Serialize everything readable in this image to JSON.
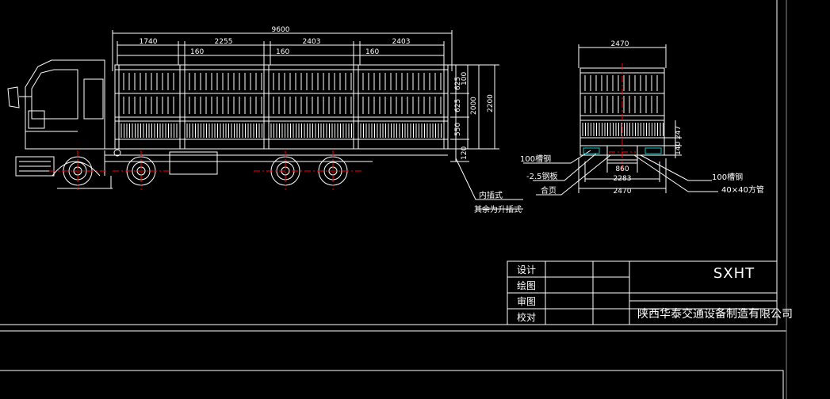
{
  "drawing": {
    "side_dims": {
      "overall": "9600",
      "seg1": "1740",
      "seg2": "2255",
      "seg3": "2403",
      "seg4": "2403",
      "gap1": "160",
      "gap2": "160",
      "gap3": "160",
      "h100": "100",
      "h625a": "625",
      "h625b": "625",
      "h2000": "2000",
      "h2200": "2200",
      "h550": "550",
      "h120": "120"
    },
    "side_notes": {
      "note1": "内插式",
      "note2": "其余为升插式"
    },
    "rear_dims": {
      "top_width": "2470",
      "h247": "247",
      "h140": "140",
      "w860": "860",
      "w2283": "2283",
      "w2470": "2470"
    },
    "rear_callouts": {
      "left1": "100槽钢",
      "left2": "-2.5钢板",
      "left3": "合页",
      "right1": "100槽钢",
      "right2": "40×40方管"
    }
  },
  "title_block": {
    "row1": "设计",
    "row2": "绘图",
    "row3": "审图",
    "row4": "校对",
    "code": "SXHT",
    "company": "陕西华泰交通设备制造有限公司"
  },
  "colors": {
    "line": "#ffffff",
    "center": "#ff0000",
    "accent": "#00c8c8",
    "background": "#000000"
  }
}
